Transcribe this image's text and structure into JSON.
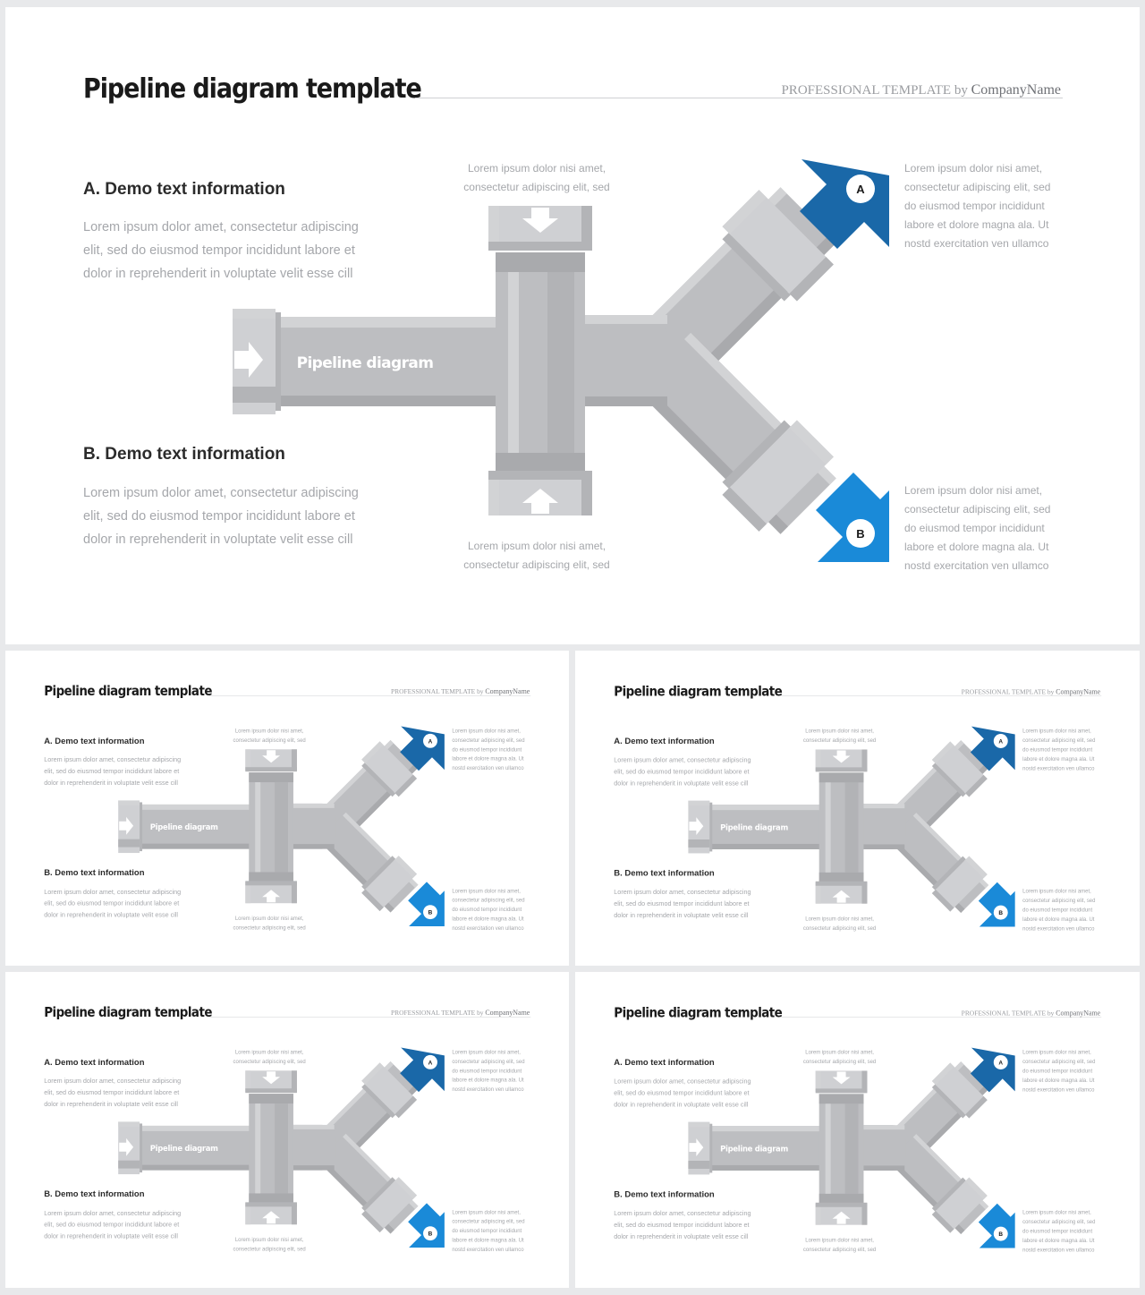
{
  "slide": {
    "title": "Pipeline diagram template",
    "tagline": "PROFESSIONAL TEMPLATE by",
    "company": "CompanyName",
    "section_a": {
      "heading": "A. Demo text information",
      "body": "Lorem ipsum dolor amet, consectetur adipiscing elit, sed do eiusmod tempor incididunt  labore et dolor in reprehenderit in voluptate  velit esse cill"
    },
    "section_b": {
      "heading": "B. Demo text information",
      "body": "Lorem ipsum dolor amet, consectetur adipiscing elit, sed do eiusmod tempor incididunt  labore et dolor in reprehenderit in voluptate  velit esse cill"
    },
    "top_caption": "Lorem ipsum dolor nisi amet, consectetur adipiscing elit, sed",
    "bottom_caption": "Lorem ipsum dolor nisi amet, consectetur adipiscing elit, sed",
    "right_a": "Lorem ipsum dolor nisi amet, consectetur adipiscing elit, sed do eiusmod tempor incididunt labore et dolore magna ala. Ut nostd exercitation ven ullamco",
    "right_b": "Lorem ipsum dolor nisi amet, consectetur adipiscing elit, sed do eiusmod tempor incididunt labore et dolore magna ala. Ut nostd exercitation ven ullamco",
    "pipe_label": "Pipeline diagram",
    "outlet_a": "A",
    "outlet_b": "B"
  },
  "colors": {
    "accent_dark": "#1a68a8",
    "accent_light": "#1a8ad8",
    "pipe": "#bdbec1",
    "pipe_shadow": "#a9aaad",
    "pipe_highlight": "#d2d3d5",
    "fitting": "#cfd0d3",
    "fitting_band": "#b3b4b7"
  }
}
